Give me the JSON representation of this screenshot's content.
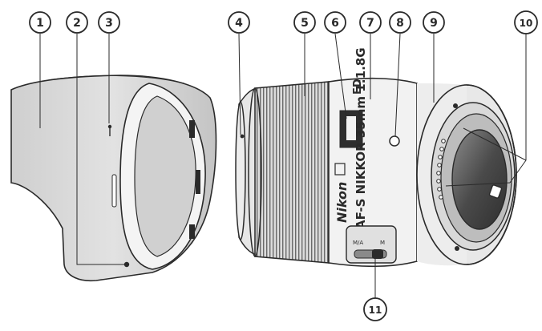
{
  "callouts": [
    {
      "id": "1",
      "label": "1"
    },
    {
      "id": "2",
      "label": "2"
    },
    {
      "id": "3",
      "label": "3"
    },
    {
      "id": "4",
      "label": "4"
    },
    {
      "id": "5",
      "label": "5"
    },
    {
      "id": "6",
      "label": "6"
    },
    {
      "id": "7",
      "label": "7"
    },
    {
      "id": "8",
      "label": "8"
    },
    {
      "id": "9",
      "label": "9"
    },
    {
      "id": "10",
      "label": "10"
    },
    {
      "id": "11",
      "label": "11"
    }
  ],
  "lens_markings": {
    "brand": "Nikon",
    "model": "AF-S NIKKOR 35mm 1:1.8G",
    "ed_badge": "ED",
    "switch_label_ma": "M/A",
    "switch_label_m": "M"
  },
  "colors": {
    "ink": "#2a2a2a",
    "paper": "#ffffff",
    "grey": "#bdbdbd",
    "dark_glass": "#5a5a5a"
  }
}
